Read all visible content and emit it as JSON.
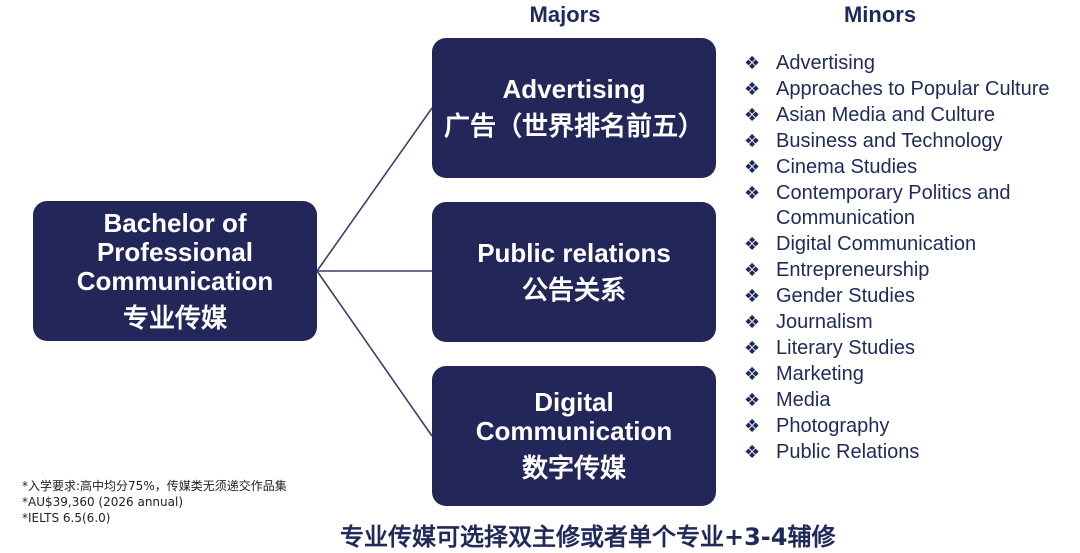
{
  "headings": {
    "majors": "Majors",
    "minors": "Minors"
  },
  "degree": {
    "title_en": "Bachelor of\nProfessional\nCommunication",
    "title_zh": "专业传媒"
  },
  "majors": [
    {
      "name_en": "Advertising",
      "name_zh": "广告（世界排名前五）"
    },
    {
      "name_en": "Public relations",
      "name_zh": "公告关系"
    },
    {
      "name_en": "Digital\nCommunication",
      "name_zh": "数字传媒"
    }
  ],
  "minor_bullet": "❖",
  "minors": [
    "Advertising",
    "Approaches to Popular Culture",
    "Asian Media and Culture",
    "Business and Technology",
    "Cinema Studies",
    "Contemporary Politics and Communication",
    "Digital Communication",
    "Entrepreneurship",
    "Gender Studies",
    "Journalism",
    "Literary Studies",
    "Marketing",
    "Media",
    "Photography",
    "Public Relations"
  ],
  "notes": [
    "*入学要求:高中均分75%，传媒类无须递交作品集",
    "*AU$39,360 (2026 annual)",
    "*IELTS 6.5(6.0)"
  ],
  "footer": "专业传媒可选择双主修或者单个专业+3-4辅修",
  "colors": {
    "box_fill": "#232659",
    "text_dark": "#1f2a5a",
    "line": "#3a3f6e"
  }
}
